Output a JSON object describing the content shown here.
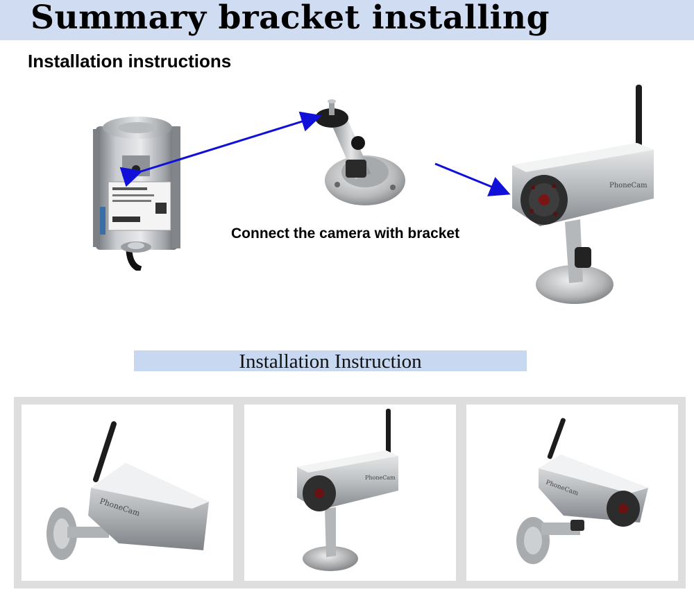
{
  "header": {
    "title": "Summary bracket installing",
    "subtitle": "Installation instructions"
  },
  "diagram": {
    "caption": "Connect the camera with bracket",
    "arrow_color": "#1010d8"
  },
  "section": {
    "title": "Installation Instruction"
  },
  "camera_brand": "PhoneCam",
  "colors": {
    "title_band": "#cfdcf1",
    "section_band": "#c8d8f0",
    "gallery_frame": "#dedede"
  }
}
